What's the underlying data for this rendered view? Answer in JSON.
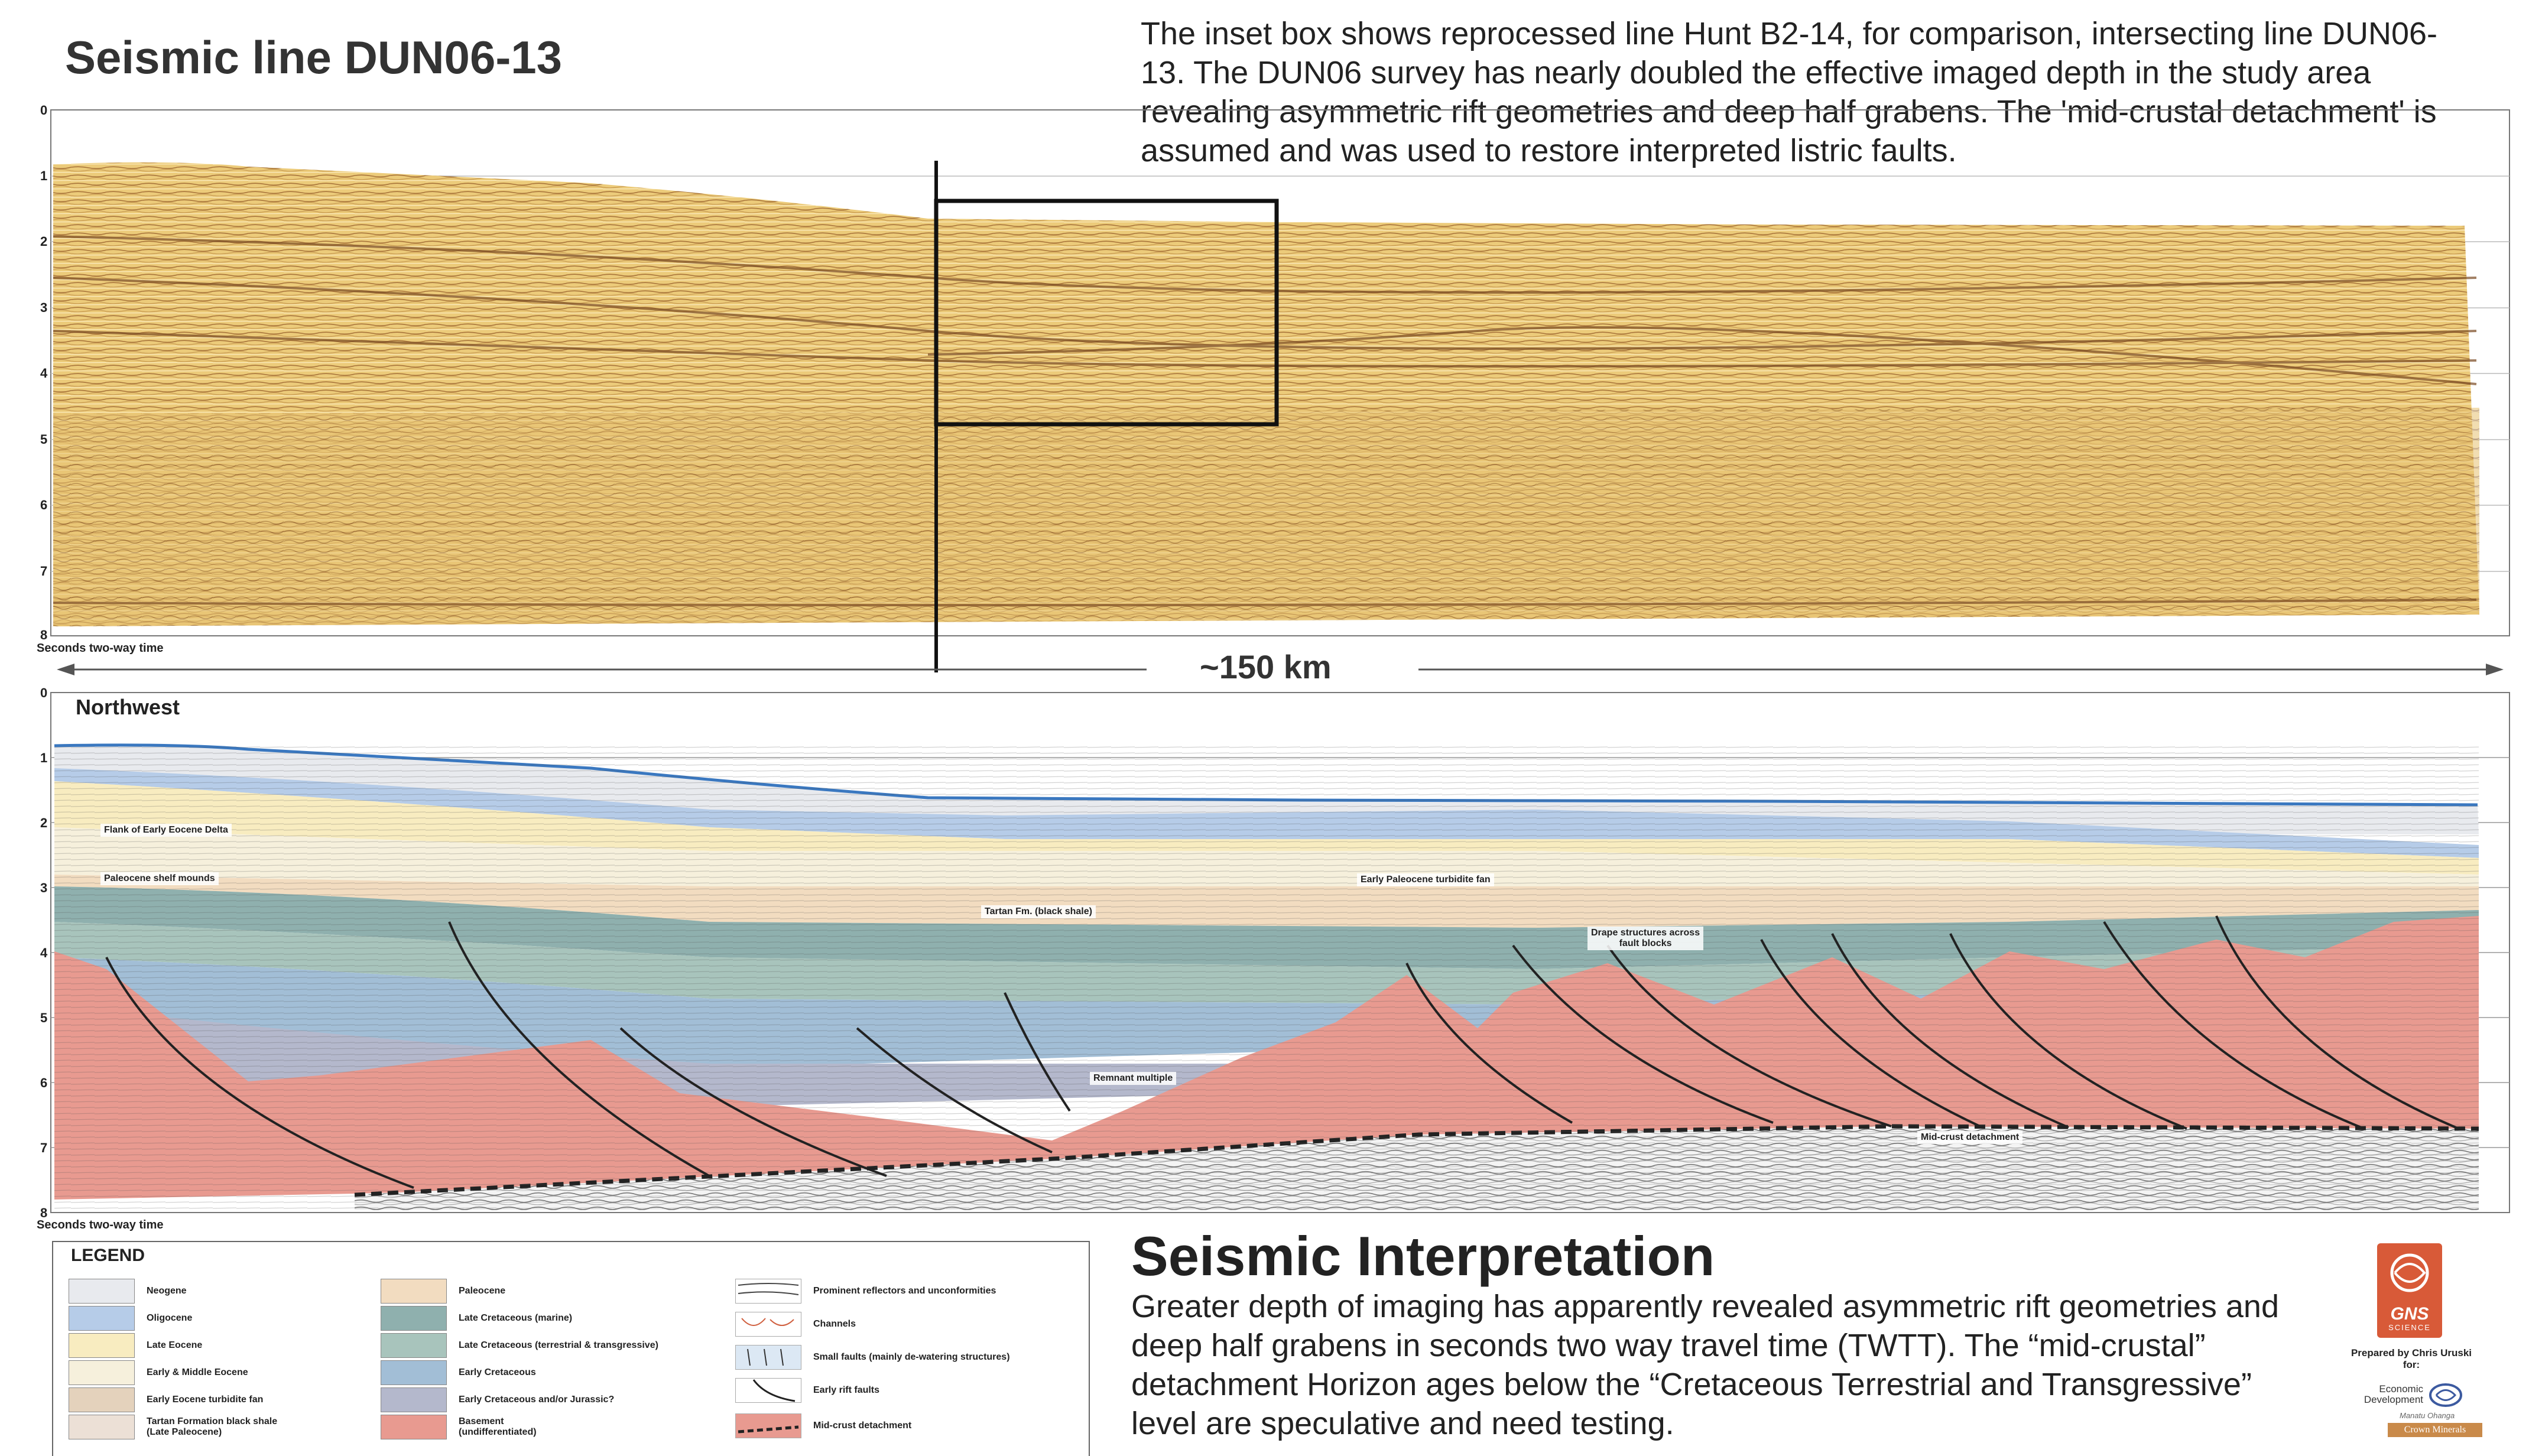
{
  "title": "Seismic line DUN06-13",
  "caption_top": "The inset box shows reprocessed line Hunt B2-14, for comparison, intersecting line DUN06-13. The DUN06 survey has nearly doubled the effective imaged depth in the study area revealing asymmetric rift geometries and deep half grabens. The 'mid-crustal detachment' is assumed and was used to restore interpreted listric faults.",
  "axis_ticks": [
    "0",
    "1",
    "2",
    "3",
    "4",
    "5",
    "6",
    "7",
    "8"
  ],
  "axis_unit": "Seconds two-way time",
  "scale_label": "~150 km",
  "section_label": "Northwest",
  "annotations": {
    "flank_delta": "Flank of Early Eocene Delta",
    "shelf_mounds": "Paleocene shelf mounds",
    "tartan": "Tartan Fm. (black shale)",
    "turbidite": "Early Paleocene turbidite fan",
    "drape_1": "Drape structures across",
    "drape_2": "fault blocks",
    "remnant": "Remnant multiple",
    "detachment": "Mid-crust detachment"
  },
  "legend": {
    "title": "LEGEND",
    "col1": [
      {
        "label": "Neogene",
        "color": "#e8eaee"
      },
      {
        "label": "Oligocene",
        "color": "#b6cce8"
      },
      {
        "label": "Late Eocene",
        "color": "#f8ecc0"
      },
      {
        "label": "Early & Middle Eocene",
        "color": "#f6f0dc"
      },
      {
        "label": "Early Eocene turbidite fan",
        "color": "#e4d2bc"
      },
      {
        "label": "Tartan Formation black shale\n(Late Paleocene)",
        "color": "#ece0d6"
      }
    ],
    "col2": [
      {
        "label": "Paleocene",
        "color": "#f2dcc0"
      },
      {
        "label": "Late Cretaceous (marine)",
        "color": "#8fb0ae"
      },
      {
        "label": "Late Cretaceous (terrestrial & transgressive)",
        "color": "#a8c4bc"
      },
      {
        "label": "Early Cretaceous",
        "color": "#a2bed6"
      },
      {
        "label": "Early Cretaceous and/or Jurassic?",
        "color": "#b4b8cc"
      },
      {
        "label": "Basement\n(undifferentiated)",
        "color": "#e89a90"
      }
    ],
    "col3": [
      {
        "label": "Prominent reflectors and unconformities",
        "icon": "reflector-lines-icon"
      },
      {
        "label": "Channels",
        "icon": "channels-icon"
      },
      {
        "label": "Small faults (mainly de-watering structures)",
        "icon": "small-faults-icon"
      },
      {
        "label": "Early rift faults",
        "icon": "rift-fault-icon"
      },
      {
        "label": "Mid-crust detachment",
        "icon": "detachment-icon"
      }
    ]
  },
  "interpretation": {
    "title": "Seismic Interpretation",
    "body": "Greater depth of imaging has apparently revealed asymmetric rift geometries and deep half grabens in seconds two way travel time (TWTT). The “mid-crustal” detachment Horizon ages below the “Cretaceous Terrestrial and Transgressive” level are speculative and need testing."
  },
  "credits": {
    "gns_text": "GNS",
    "gns_sub": "SCIENCE",
    "prepared": "Prepared by Chris Uruski",
    "for": "for:",
    "med_line1": "Economic",
    "med_line2": "Development",
    "med_maori": "Manatu Ohanga",
    "crown": "Crown Minerals"
  }
}
